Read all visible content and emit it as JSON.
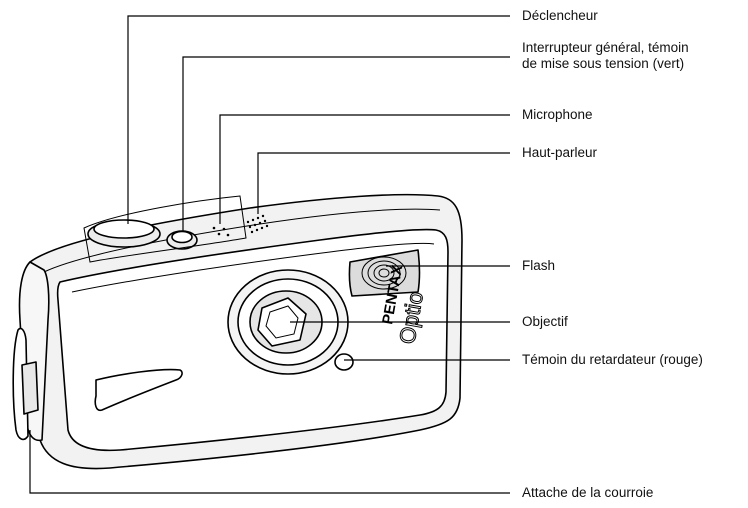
{
  "callouts": [
    {
      "id": "shutter",
      "text": "Déclencheur"
    },
    {
      "id": "power",
      "lines": [
        "Interrupteur général, témoin",
        "de mise sous tension (vert)"
      ]
    },
    {
      "id": "microphone",
      "text": "Microphone"
    },
    {
      "id": "speaker",
      "text": "Haut-parleur"
    },
    {
      "id": "flash",
      "text": "Flash"
    },
    {
      "id": "lens",
      "text": "Objectif"
    },
    {
      "id": "self_timer",
      "text": "Témoin du retardateur (rouge)"
    },
    {
      "id": "strap",
      "text": "Attache de la courroie"
    }
  ],
  "camera": {
    "brand": "PENTAX",
    "model": "Optio"
  }
}
